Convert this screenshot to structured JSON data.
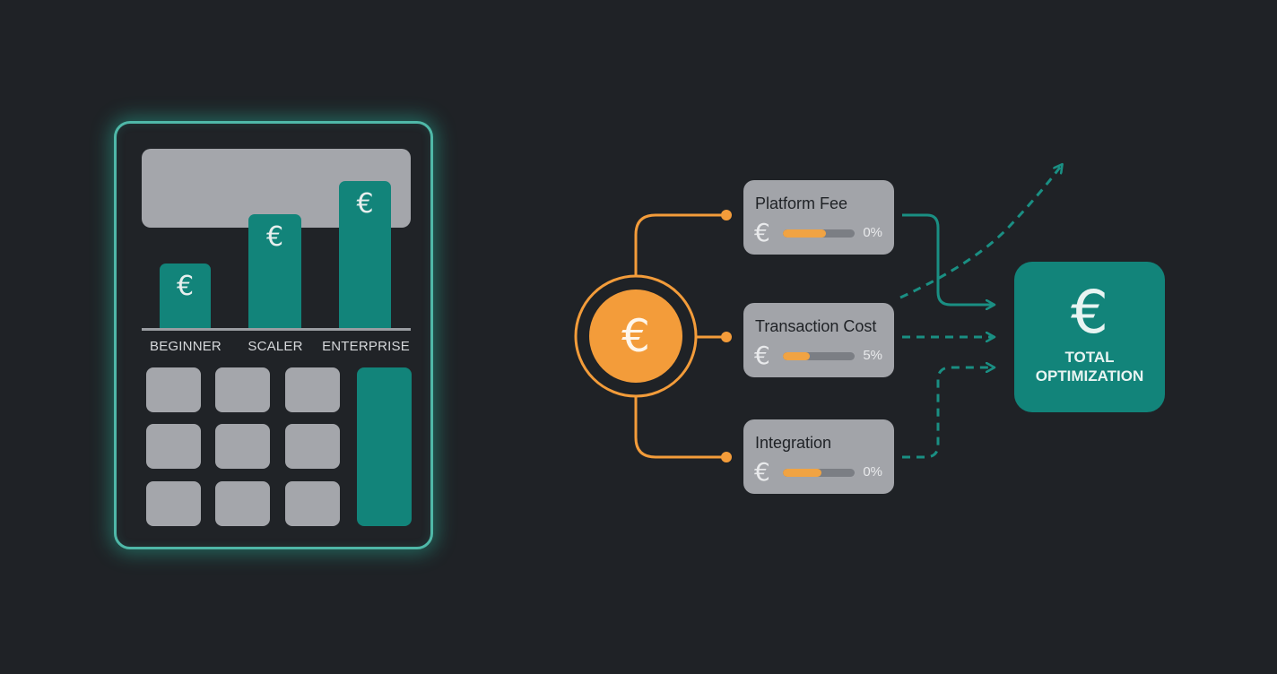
{
  "colors": {
    "background": "#1f2226",
    "teal": "#12847a",
    "teal_glow": "#4fb8a8",
    "orange": "#f39c3a",
    "gray_panel": "#a2a4a9"
  },
  "calculator": {
    "bar_icon": "euro-icon",
    "bar_symbol": "€",
    "tiers": [
      {
        "label": "BEGINNER",
        "symbol": "€"
      },
      {
        "label": "SCALER",
        "symbol": "€"
      },
      {
        "label": "ENTERPRISE",
        "symbol": "€"
      }
    ]
  },
  "source": {
    "icon": "euro-icon",
    "symbol": "€"
  },
  "costs": [
    {
      "title": "Platform Fee",
      "symbol": "€",
      "percent_label": "0%",
      "bar_fill": 0.6
    },
    {
      "title": "Transaction Cost",
      "symbol": "€",
      "percent_label": "5%",
      "bar_fill": 0.37
    },
    {
      "title": "Integration",
      "symbol": "€",
      "percent_label": "0%",
      "bar_fill": 0.54
    }
  ],
  "result": {
    "icon": "euro-icon",
    "symbol": "€",
    "label": "TOTAL OPTIMIZATION"
  }
}
